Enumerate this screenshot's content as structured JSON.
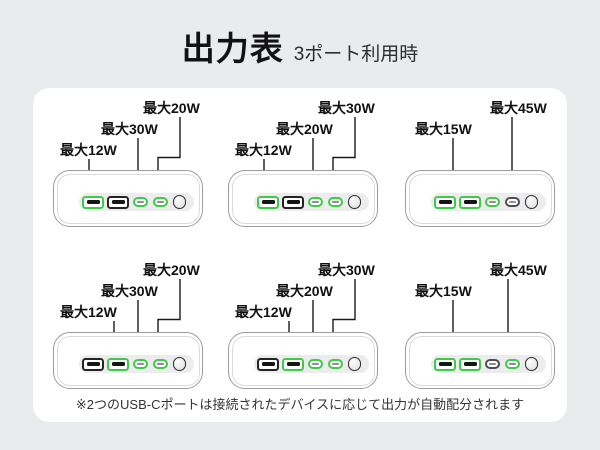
{
  "title": {
    "main": "出力表",
    "subtitle": "3ポート利用時"
  },
  "footnote": "※2つのUSB-Cポートは接続されたデバイスに応じて出力が自動配分されます",
  "colors": {
    "background": "#eaebed",
    "card": "#ffffff",
    "active_port_green": "#3ecb46",
    "inactive_port": "#2b2b2b",
    "leader_line": "#1a1a1a",
    "port_bar": "#ececee"
  },
  "panels": [
    {
      "position": "top-left",
      "labels": [
        {
          "text": "最大12W",
          "port": "USB-A 1"
        },
        {
          "text": "最大30W",
          "port": "USB-C 1"
        },
        {
          "text": "最大20W",
          "port": "USB-C 2"
        }
      ],
      "active_ports": [
        "USB-A 1",
        "USB-C 1",
        "USB-C 2"
      ]
    },
    {
      "position": "top-center",
      "labels": [
        {
          "text": "最大12W",
          "port": "USB-A 1"
        },
        {
          "text": "最大20W",
          "port": "USB-C 1"
        },
        {
          "text": "最大30W",
          "port": "USB-C 2"
        }
      ],
      "active_ports": [
        "USB-A 1",
        "USB-C 1",
        "USB-C 2"
      ]
    },
    {
      "position": "top-right",
      "labels": [
        {
          "text": "最大15W",
          "port": "USB-A 1 + USB-A 2"
        },
        {
          "text": "最大45W",
          "port": "USB-C 1"
        }
      ],
      "active_ports": [
        "USB-A 1",
        "USB-A 2",
        "USB-C 1"
      ]
    },
    {
      "position": "bottom-left",
      "labels": [
        {
          "text": "最大12W",
          "port": "USB-A 2"
        },
        {
          "text": "最大30W",
          "port": "USB-C 1"
        },
        {
          "text": "最大20W",
          "port": "USB-C 2"
        }
      ],
      "active_ports": [
        "USB-A 2",
        "USB-C 1",
        "USB-C 2"
      ]
    },
    {
      "position": "bottom-center",
      "labels": [
        {
          "text": "最大12W",
          "port": "USB-A 2"
        },
        {
          "text": "最大20W",
          "port": "USB-C 1"
        },
        {
          "text": "最大30W",
          "port": "USB-C 2"
        }
      ],
      "active_ports": [
        "USB-A 2",
        "USB-C 1",
        "USB-C 2"
      ]
    },
    {
      "position": "bottom-right",
      "labels": [
        {
          "text": "最大15W",
          "port": "USB-A 1 + USB-A 2"
        },
        {
          "text": "最大45W",
          "port": "USB-C 2"
        }
      ],
      "active_ports": [
        "USB-A 1",
        "USB-A 2",
        "USB-C 2"
      ]
    }
  ]
}
